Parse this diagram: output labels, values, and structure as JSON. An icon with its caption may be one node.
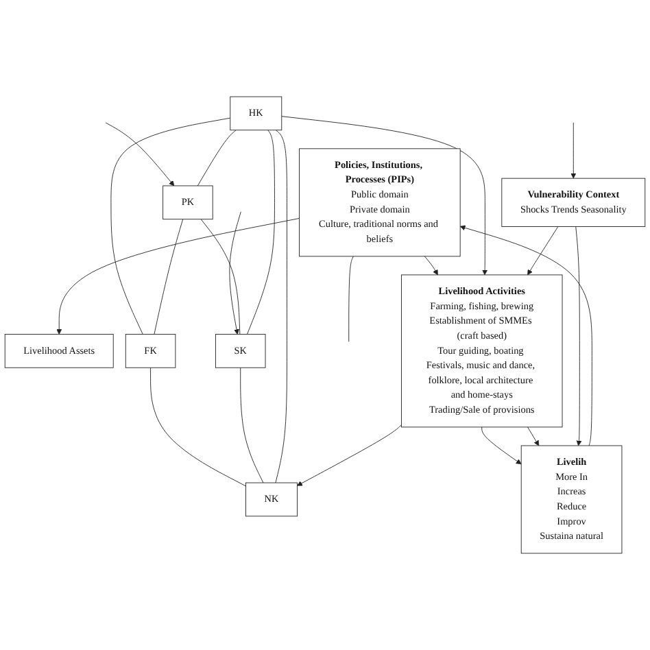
{
  "diagram": {
    "nodes": [
      {
        "text": [
          "Policies, Institutions, Processes (PIPs)",
          "Public domain",
          "Private domain",
          "Culture, traditional norms and beliefs"
        ]
      },
      {
        "text": [
          "Livelihood Assets"
        ]
      },
      {
        "text": [
          "HK"
        ]
      },
      {
        "text": [
          "PK"
        ]
      },
      {
        "text": [
          "FK"
        ]
      },
      {
        "text": [
          "SK"
        ]
      },
      {
        "text": [
          "NK"
        ]
      },
      {
        "text": [
          "Livelihood Activities",
          "Farming, fishing, brewing",
          "Establishment of SMMEs (craft based)",
          "Tour guiding, boating Festivals, music and dance, folklore, local architecture and home-stays",
          "Trading/Sale of provisions"
        ]
      },
      {
        "text": [
          "Livelih",
          "More In",
          "Increas",
          "Reduce",
          "Improv",
          "Sustaina natural"
        ]
      },
      {
        "text": [
          "Vulnerability Context",
          "Shocks Trends Seasonality"
        ]
      }
    ],
    "edges": [
      {
        "from": 0,
        "to": 1,
        "arrow": "to"
      },
      {
        "from": 0,
        "to": 7,
        "arrow": "to"
      },
      {
        "from": 8,
        "to": 0,
        "arrow": "to"
      },
      {
        "from": 0,
        "to": null,
        "arrow": "none"
      },
      {
        "from": null,
        "to": 3,
        "arrow": "to"
      },
      {
        "from": null,
        "to": 5,
        "arrow": "to"
      },
      {
        "from": 2,
        "to": 3,
        "arrow": "none"
      },
      {
        "from": 2,
        "to": 4,
        "arrow": "none"
      },
      {
        "from": 3,
        "to": 5,
        "arrow": "none"
      },
      {
        "from": 4,
        "to": 6,
        "arrow": "none"
      },
      {
        "from": 5,
        "to": 6,
        "arrow": "none"
      },
      {
        "from": 3,
        "to": 4,
        "arrow": "none"
      },
      {
        "from": 2,
        "to": 5,
        "arrow": "none"
      },
      {
        "from": 2,
        "to": 6,
        "arrow": "none"
      },
      {
        "from": 2,
        "to": 7,
        "arrow": "to"
      },
      {
        "from": 7,
        "to": 6,
        "arrow": "to"
      },
      {
        "from": 7,
        "to": 8,
        "arrow": "to"
      },
      {
        "from": 7,
        "to": 8,
        "arrow": "to"
      },
      {
        "from": 9,
        "to": 7,
        "arrow": "to"
      },
      {
        "from": 9,
        "to": 8,
        "arrow": "to"
      },
      {
        "from": null,
        "to": 9,
        "arrow": "to"
      }
    ]
  }
}
